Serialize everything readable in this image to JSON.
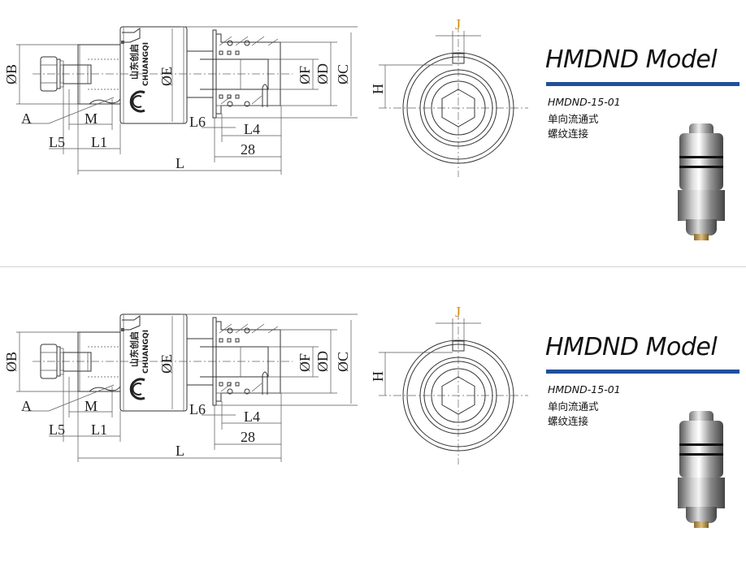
{
  "panels": [
    {
      "model_title": "HMDND Model",
      "model_code": "HMDND-15-01",
      "spec_flow": "单向流通式",
      "spec_connection": "螺纹连接",
      "logo_cn": "山东创启",
      "logo_en": "CHUANGQI",
      "dims": {
        "B": "ØB",
        "A": "A",
        "M": "M",
        "L5": "L5",
        "L1": "L1",
        "L": "L",
        "E": "ØE",
        "L6": "L6",
        "L4": "L4",
        "n28": "28",
        "F": "ØF",
        "D": "ØD",
        "C": "ØC",
        "H": "H",
        "J": "J"
      }
    },
    {
      "model_title": "HMDND Model",
      "model_code": "HMDND-15-01",
      "spec_flow": "单向流通式",
      "spec_connection": "螺纹连接",
      "logo_cn": "山东创启",
      "logo_en": "CHUANGQI",
      "dims": {
        "B": "ØB",
        "A": "A",
        "M": "M",
        "L5": "L5",
        "L1": "L1",
        "L": "L",
        "E": "ØE",
        "L6": "L6",
        "L4": "L4",
        "n28": "28",
        "F": "ØF",
        "D": "ØD",
        "C": "ØC",
        "H": "H",
        "J": "J"
      }
    }
  ],
  "colors": {
    "accent_bar": "#1f4f9e",
    "dim_J": "#c8920c"
  }
}
